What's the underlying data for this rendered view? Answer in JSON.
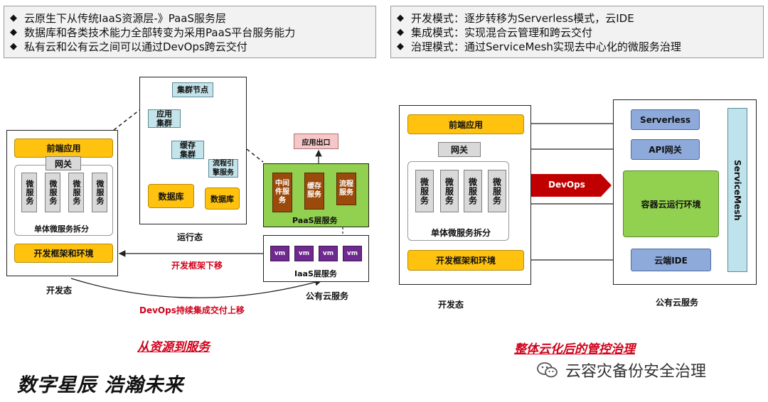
{
  "left_bullets": [
    "云原生下从传统IaaS资源层-》PaaS服务层",
    "数据库和各类技术能力全部转变为采用PaaS平台服务能力",
    "私有云和公有云之间可以通过DevOps跨云交付"
  ],
  "right_bullets": [
    "开发模式：逐步转移为Serverless模式，云IDE",
    "集成模式：实现混合云管理和跨云交付",
    "治理模式：通过ServiceMesh实现去中心化的微服务治理"
  ],
  "bullet_symbol": "◆",
  "left": {
    "dev": {
      "frontend": "前端应用",
      "gateway": "网关",
      "micro": [
        "微服务",
        "微服务",
        "微服务",
        "微服务"
      ],
      "split": "单体微服务拆分",
      "framework": "开发框架和环境",
      "caption": "开发态"
    },
    "runtime": {
      "cluster_node": "集群节点",
      "app_cluster": "应用集群",
      "cache_cluster": "缓存集群",
      "flow_engine": "流程引擎服务",
      "db1": "数据库",
      "db2": "数据库",
      "caption": "运行态"
    },
    "cloud": {
      "app_exit": "应用出口",
      "paas_items": [
        "中间件服务",
        "缓存服务",
        "流程服务"
      ],
      "paas_label": "PaaS层服务",
      "vms": [
        "vm",
        "vm",
        "vm",
        "vm"
      ],
      "iaas_label": "IaaS层服务",
      "caption": "公有云服务"
    },
    "arrow_framework_down": "开发框架下移",
    "arrow_devops": "DevOps持续集成交付上移",
    "title": "从资源到服务"
  },
  "right": {
    "dev": {
      "frontend": "前端应用",
      "gateway": "网关",
      "micro": [
        "微服务",
        "微服务",
        "微服务",
        "微服务"
      ],
      "split": "单体微服务拆分",
      "framework": "开发框架和环境",
      "caption": "开发态"
    },
    "devops": "DevOps",
    "cloud": {
      "serverless": "Serverless",
      "api_gateway": "API网关",
      "container_env": "容器云运行环境",
      "cloud_ide": "云端IDE",
      "servicemesh": "ServiceMesh",
      "caption": "公有云服务"
    },
    "title": "整体云化后的管控治理"
  },
  "slogan": "数字星辰 浩瀚未来",
  "watermark": "云容灾备份安全治理",
  "colors": {
    "yellow": "#ffc20e",
    "green": "#92d050",
    "red_arrow": "#c00000",
    "brown": "#9c4a0c",
    "purple": "#6f2a8f",
    "service_blue": "#8eaadb",
    "servicemesh_bg": "#bfe3ec"
  }
}
